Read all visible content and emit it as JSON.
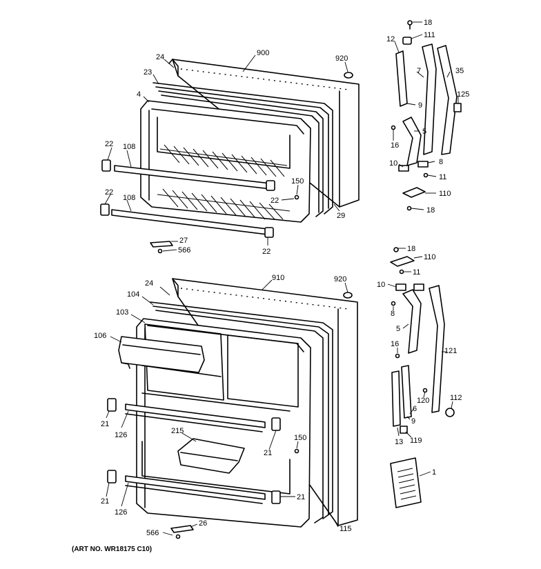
{
  "labels": {
    "top": {
      "l18a": "18",
      "l111": "111",
      "l12": "12",
      "l7": "7",
      "l35": "35",
      "l125": "125",
      "l9": "9",
      "l5": "5",
      "l16": "16",
      "l10": "10",
      "l8": "8",
      "l11": "11",
      "l110": "110",
      "l18b": "18",
      "l24": "24",
      "l900": "900",
      "l920": "920",
      "l23": "23",
      "l4": "4",
      "l22a": "22",
      "l108a": "108",
      "l22b": "22",
      "l108b": "108",
      "l150": "150",
      "l22c": "22",
      "l29": "29",
      "l27": "27",
      "l566": "566",
      "l22d": "22"
    },
    "bottom": {
      "l18": "18",
      "l110": "110",
      "l11": "11",
      "l10": "10",
      "l8": "8",
      "l5": "5",
      "l16": "16",
      "l121": "121",
      "l112": "112",
      "l120": "120",
      "l6": "6",
      "l9": "9",
      "l13": "13",
      "l119": "119",
      "l1": "1",
      "l24": "24",
      "l910": "910",
      "l920": "920",
      "l104": "104",
      "l103": "103",
      "l106": "106",
      "l21a": "21",
      "l126a": "126",
      "l215": "215",
      "l150": "150",
      "l21b": "21",
      "l21c": "21",
      "l126b": "126",
      "l21d": "21",
      "l115": "115",
      "l566": "566",
      "l26": "26"
    }
  },
  "caption": "(ART NO. WR18175 C10)"
}
